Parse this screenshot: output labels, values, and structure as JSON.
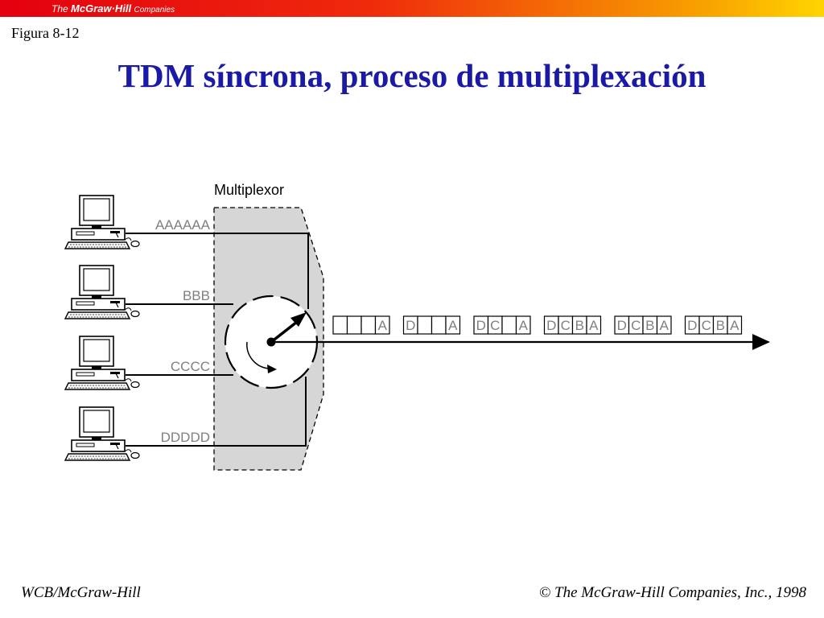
{
  "header": {
    "publisher_prefix": "The",
    "publisher_name": "McGraw·Hill",
    "publisher_suffix": "Companies"
  },
  "figure_label": "Figura 8-12",
  "title": "TDM síncrona, proceso de multiplexación",
  "diagram": {
    "multiplexer_label": "Multiplexor",
    "inputs": [
      {
        "label": "AAAAAA"
      },
      {
        "label": "BBB"
      },
      {
        "label": "CCCC"
      },
      {
        "label": "DDDDD"
      }
    ],
    "frames": [
      [
        "",
        "",
        "",
        "A"
      ],
      [
        "D",
        "",
        "",
        "A"
      ],
      [
        "D",
        "C",
        "",
        "A"
      ],
      [
        "D",
        "C",
        "B",
        "A"
      ],
      [
        "D",
        "C",
        "B",
        "A"
      ],
      [
        "D",
        "C",
        "B",
        "A"
      ]
    ]
  },
  "footer": {
    "left": "WCB/McGraw-Hill",
    "right": "© The McGraw-Hill Companies, Inc., 1998"
  },
  "colors": {
    "title": "#1a1aa6",
    "mux_fill": "#d6d6d6"
  }
}
